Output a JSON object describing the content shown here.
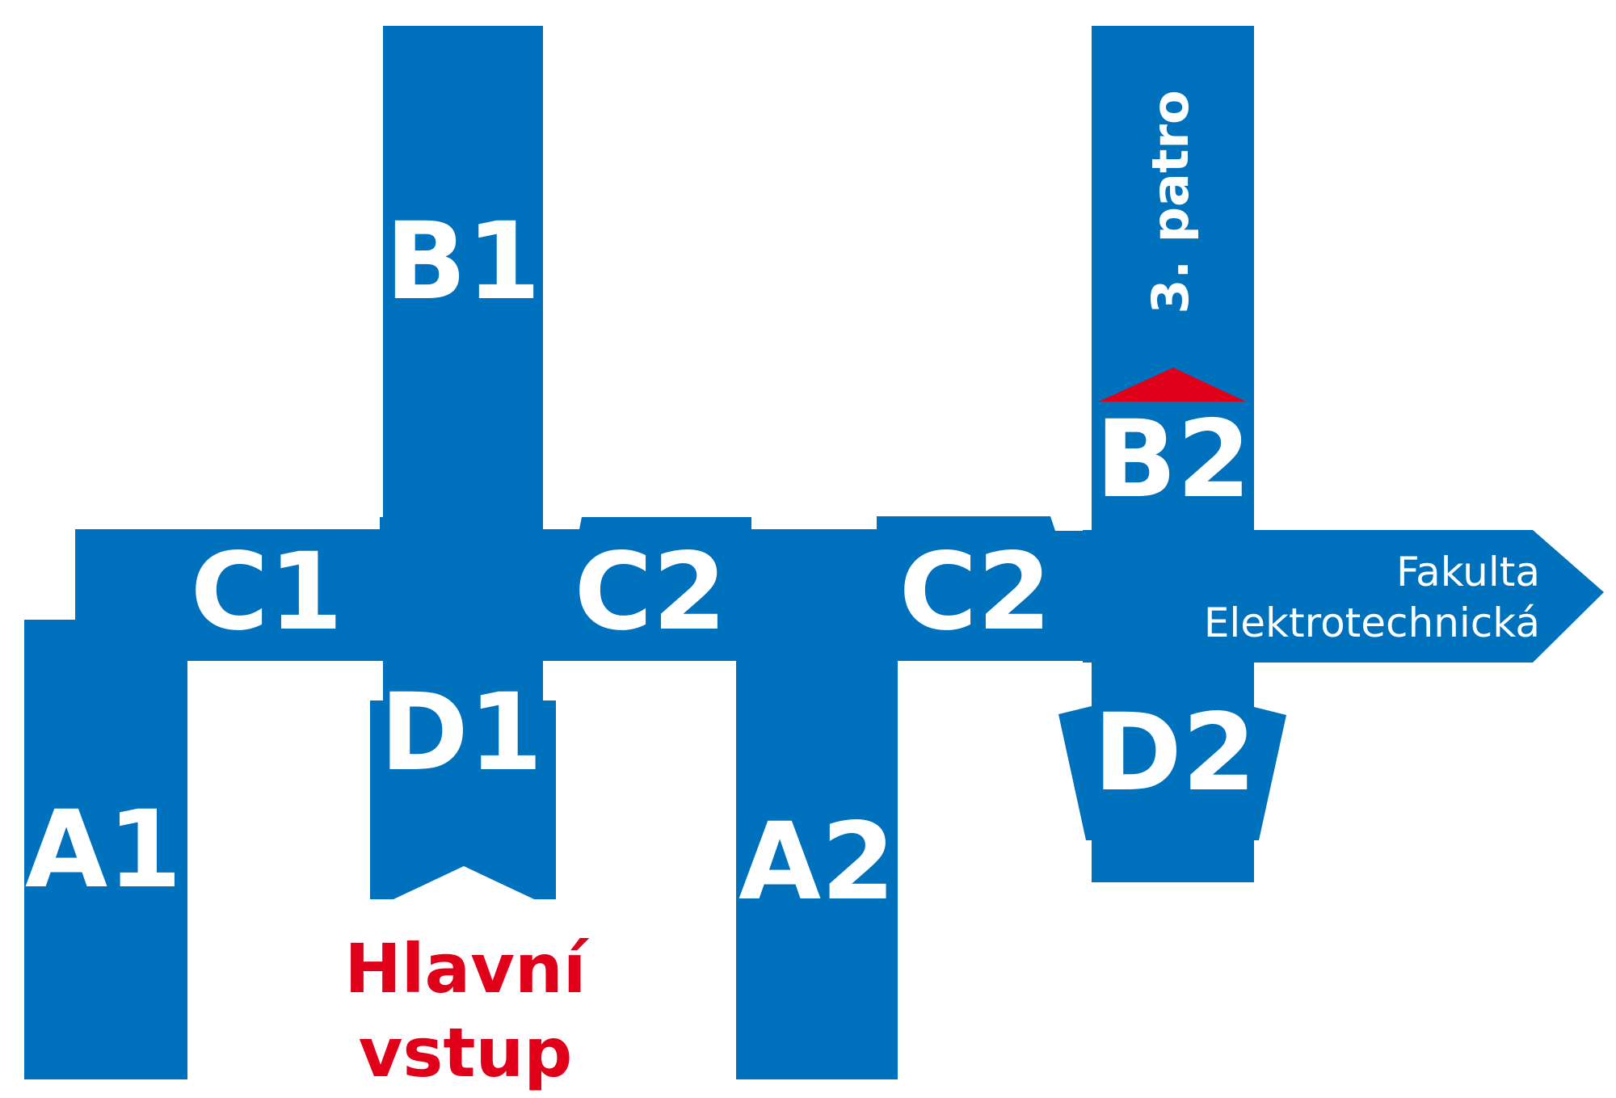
{
  "colors": {
    "building": "#0071BC",
    "accent": "#E1001A",
    "label": "#FFFFFF",
    "background": "#FFFFFF"
  },
  "wings": {
    "a1": "A1",
    "a2": "A2",
    "b1": "B1",
    "b2": "B2",
    "c1": "C1",
    "c2_left": "C2",
    "c2_right": "C2",
    "d1": "D1",
    "d2": "D2"
  },
  "floor_note": "3. patro",
  "entrance": {
    "line1": "Hlavní",
    "line2": "vstup"
  },
  "exit": {
    "line1": "Fakulta",
    "line2": "Elektrotechnická"
  }
}
